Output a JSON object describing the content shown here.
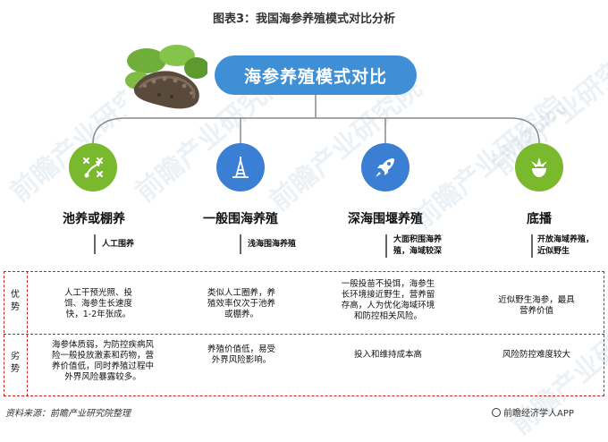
{
  "figure_title": "图表3：我国海参养殖模式对比分析",
  "center_title": "海参养殖模式对比",
  "colors": {
    "green": "#7ab92e",
    "blue": "#3a7fd4",
    "pill": "#3f8fd7",
    "dashed_border": "#cc2222"
  },
  "modes": [
    {
      "title": "池养或棚养",
      "icon": "tactics-board-icon",
      "color": "green",
      "sub": [
        "人工围养"
      ]
    },
    {
      "title": "一般围海养殖",
      "icon": "tower-icon",
      "color": "blue",
      "sub": [
        "浅海围海养殖"
      ]
    },
    {
      "title": "深海围堰养殖",
      "icon": "rocket-icon",
      "color": "blue",
      "sub": [
        "大面积围海养",
        "殖，海域较深"
      ]
    },
    {
      "title": "底播",
      "icon": "cloche-icon",
      "color": "green",
      "sub": [
        "开放海域养殖，",
        "近似野生"
      ]
    }
  ],
  "rows": [
    {
      "label": "优势",
      "cells": [
        [
          "人工干预光照、投",
          "饵、海参生长速度",
          "快，1-2年张成。"
        ],
        [
          "类似人工圈养，养",
          "殖效率仅次于池养",
          "或棚养。"
        ],
        [
          "一般投苗不投饵，海参生",
          "长环境接近野生，营养留",
          "存高，人为优化海域环境",
          "和防控相关风险。"
        ],
        [
          "近似野生海参，最具",
          "营养价值"
        ]
      ]
    },
    {
      "label": "劣势",
      "cells": [
        [
          "海参体质弱，为防控疾病风",
          "险一般投放激素和药物，营",
          "养价值低，同时养殖过程中",
          "外界风险暴露较多。"
        ],
        [
          "养殖价值低，易受",
          "外界风险影响。"
        ],
        [
          "投入和维持成本高"
        ],
        [
          "风险防控难度较大"
        ]
      ]
    }
  ],
  "source": "资料来源：前瞻产业研究院整理",
  "brand": "前瞻经济学人APP",
  "watermark": "前瞻产业研究院"
}
